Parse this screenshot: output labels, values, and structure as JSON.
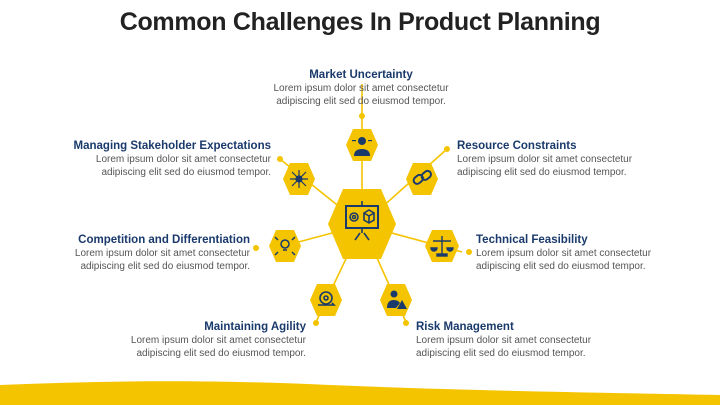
{
  "title": "Common Challenges In Product Planning",
  "colors": {
    "accent": "#F5C400",
    "heading": "#1A3A6B",
    "icon": "#1A3A6B",
    "body_text": "#555555",
    "title": "#222222"
  },
  "center_node": {
    "icon": "presentation-board-gear-box-icon"
  },
  "items": [
    {
      "id": "market",
      "title": "Market Uncertainty",
      "desc_line1": "Lorem ipsum dolor sit amet consectetur",
      "desc_line2": "adipiscing elit sed do eiusmod tempor.",
      "icon": "person-question-icon"
    },
    {
      "id": "resource",
      "title": "Resource Constraints",
      "desc_line1": "Lorem ipsum dolor sit amet consectetur",
      "desc_line2": "adipiscing elit sed do eiusmod tempor.",
      "icon": "broken-chain-link-icon"
    },
    {
      "id": "technical",
      "title": "Technical Feasibility",
      "desc_line1": "Lorem ipsum dolor sit amet consectetur",
      "desc_line2": "adipiscing elit sed do eiusmod tempor.",
      "icon": "balance-scale-icon"
    },
    {
      "id": "risk",
      "title": "Risk Management",
      "desc_line1": "Lorem ipsum dolor sit amet consectetur",
      "desc_line2": "adipiscing elit sed do eiusmod tempor.",
      "icon": "person-warning-icon"
    },
    {
      "id": "agility",
      "title": "Maintaining Agility",
      "desc_line1": "Lorem ipsum dolor sit amet consectetur",
      "desc_line2": "adipiscing elit sed do eiusmod tempor.",
      "icon": "gear-cycle-arrow-icon"
    },
    {
      "id": "competition",
      "title": "Competition and Differentiation",
      "desc_line1": "Lorem ipsum dolor sit amet consectetur",
      "desc_line2": "adipiscing elit sed do eiusmod tempor.",
      "icon": "lightbulb-expand-icon"
    },
    {
      "id": "stakeholder",
      "title": "Managing Stakeholder Expectations",
      "desc_line1": "Lorem ipsum dolor sit amet consectetur",
      "desc_line2": "adipiscing elit sed do eiusmod tempor.",
      "icon": "network-hub-icon"
    }
  ]
}
